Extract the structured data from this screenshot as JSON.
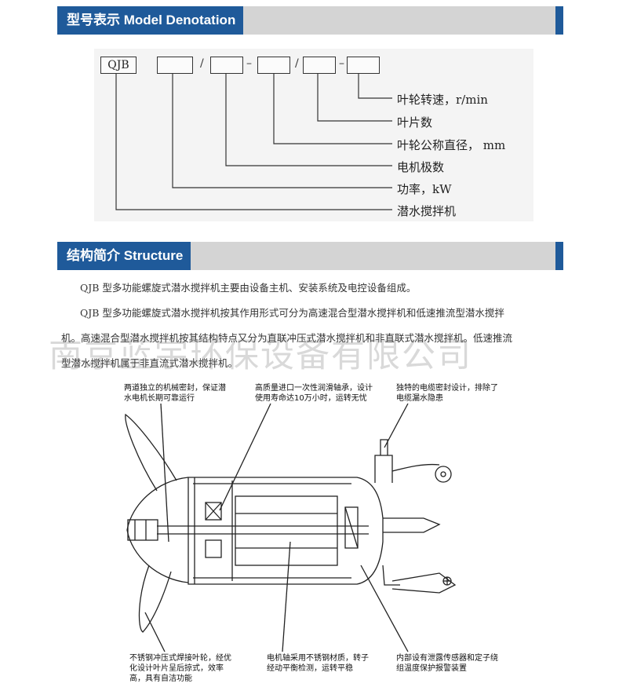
{
  "model_section": {
    "title": "型号表示 Model Denotation"
  },
  "denotation": {
    "prefix": "QJB",
    "separators": [
      "/",
      "–",
      "/",
      "–"
    ],
    "legend": [
      "叶轮转速，r/min",
      "叶片数",
      "叶轮公称直径， mm",
      "电机极数",
      "功率，kW",
      "潜水搅拌机"
    ]
  },
  "structure_section": {
    "title": "结构简介 Structure"
  },
  "paragraphs": [
    "QJB 型多功能螺旋式潜水搅拌机主要由设备主机、安装系统及电控设备组成。",
    "QJB 型多功能螺旋式潜水搅拌机按其作用形式可分为高速混合型潜水搅拌机和低速推流型潜水搅拌",
    "机。高速混合型潜水搅拌机按其结构特点又分为直联冲压式潜水搅拌机和非直联式潜水搅拌机。低速推流",
    "型潜水搅拌机属于非直流式潜水搅拌机。"
  ],
  "watermark": "南京蓝宇环保设备有限公司",
  "callouts": {
    "top_left": [
      "两道独立的机械密封，保证潜",
      "水电机长期可靠运行"
    ],
    "top_center": [
      "高质量进口一次性润滑轴承，设计",
      "使用寿命达10万小时，运转无忧"
    ],
    "top_right": [
      "独特的电缆密封设计，排除了",
      "电缆漏水隐患"
    ],
    "bottom_left": [
      "不锈钢冲压式焊接叶轮，经优",
      "化设计叶片呈后掠式，效率",
      "高，具有自洁功能"
    ],
    "bottom_center": [
      "电机轴采用不锈钢材质，转子",
      "经动平衡检测，运转平稳"
    ],
    "bottom_right": [
      "内部设有泄露传感器和定子绕",
      "组温度保护报警装置"
    ]
  }
}
